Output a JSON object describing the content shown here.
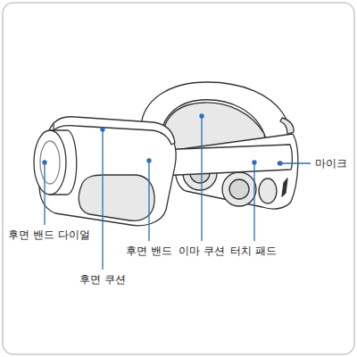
{
  "diagram": {
    "labels": [
      "마이크",
      "후면 밴드 다이얼",
      "후면 밴드",
      "이마 쿠션",
      "터치 패드",
      "후면 쿠션"
    ]
  }
}
